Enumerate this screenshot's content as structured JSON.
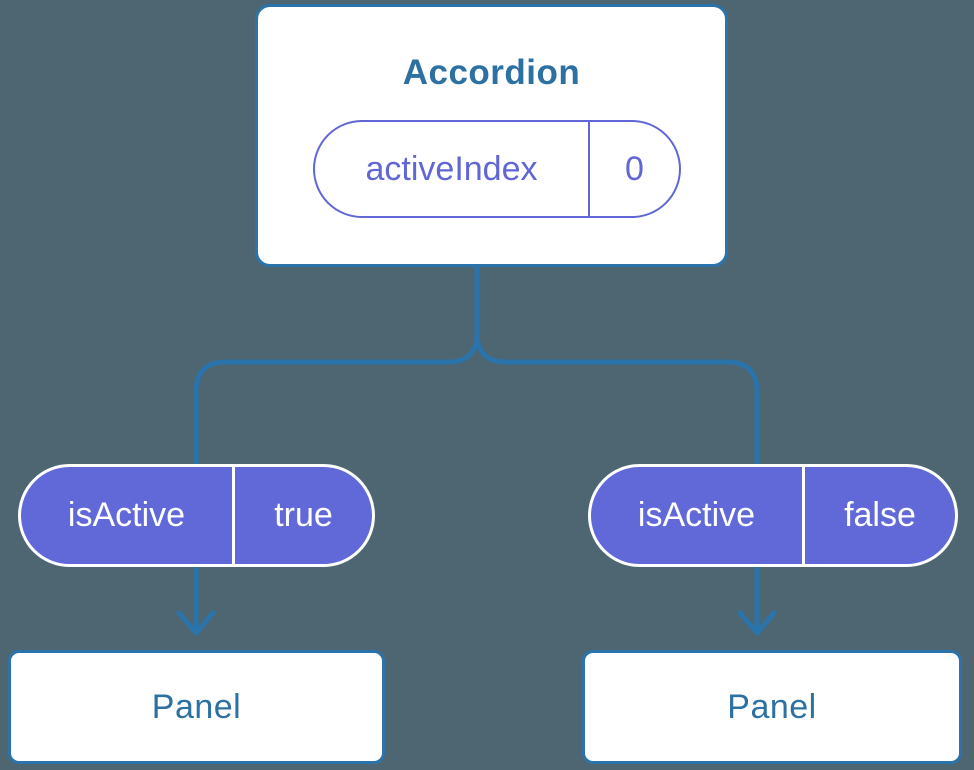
{
  "diagram": {
    "root": {
      "title": "Accordion",
      "state_pill": {
        "label": "activeIndex",
        "value": "0"
      }
    },
    "children": [
      {
        "prop_pill": {
          "label": "isActive",
          "value": "true"
        },
        "node": {
          "title": "Panel"
        }
      },
      {
        "prop_pill": {
          "label": "isActive",
          "value": "false"
        },
        "node": {
          "title": "Panel"
        }
      }
    ],
    "colors": {
      "background": "#4d6672",
      "connector": "#2b73ab",
      "node_border": "#2b73ab",
      "node_text": "#2d71a3",
      "node_fill": "#ffffff",
      "pill_fill": "#6169d8",
      "pill_outline": "#6066d6",
      "pill_text_on_fill": "#ffffff"
    }
  }
}
